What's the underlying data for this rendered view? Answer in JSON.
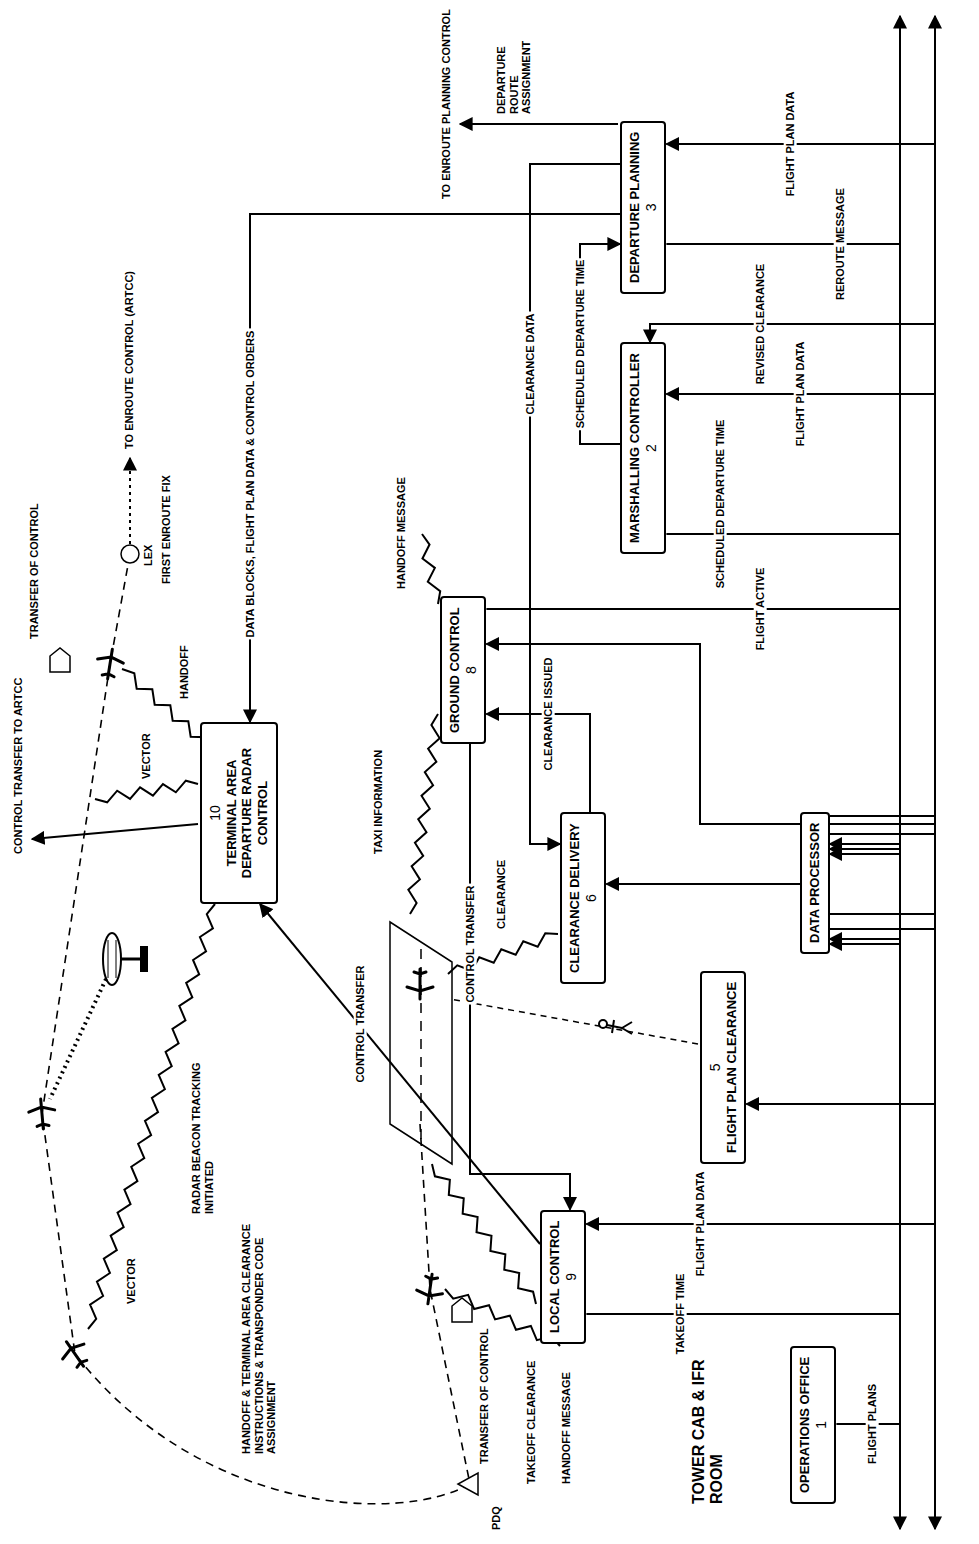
{
  "diagram": {
    "nodes": [
      {
        "text": [
          "OPERATIONS OFFICE",
          "1"
        ]
      },
      {
        "text": [
          "5",
          "FLIGHT PLAN CLEARANCE"
        ]
      },
      {
        "text": [
          "LOCAL CONTROL",
          "9"
        ]
      },
      {
        "text": [
          "CLEARANCE DELIVERY",
          "6"
        ]
      },
      {
        "text": [
          "GROUND CONTROL",
          "8"
        ]
      },
      {
        "text": [
          "10",
          "TERMINAL AREA DEPARTURE RADAR CONTROL"
        ]
      },
      {
        "text": [
          "MARSHALLING CONTROLLER",
          "2"
        ]
      },
      {
        "text": [
          "DEPARTURE PLANNING",
          "3"
        ]
      },
      {
        "text": [
          "DATA PROCESSOR"
        ]
      }
    ],
    "edges": [
      {
        "from": 0,
        "to": 8,
        "arrow": "to",
        "label": "FLIGHT PLANS"
      },
      {
        "from": 8,
        "to": 2,
        "arrow": "to",
        "label": "FLIGHT PLAN DATA"
      },
      {
        "from": 2,
        "to": 8,
        "arrow": "to",
        "label": "TAKEOFF TIME"
      },
      {
        "from": 8,
        "to": 1,
        "arrow": "to"
      },
      {
        "from": 8,
        "to": 3,
        "arrow": "to"
      },
      {
        "from": 7,
        "to": 3,
        "arrow": "to",
        "label": "CLEARANCE DATA"
      },
      {
        "from": 6,
        "to": 7,
        "arrow": "to",
        "label": "SCHEDULED DEPARTURE TIME"
      },
      {
        "from": 6,
        "to": 8,
        "arrow": "to",
        "label": "SCHEDULED DEPARTURE TIME"
      },
      {
        "from": 8,
        "to": 6,
        "arrow": "to",
        "label": "FLIGHT PLAN DATA"
      },
      {
        "from": 8,
        "to": 4,
        "arrow": "to"
      },
      {
        "from": 4,
        "to": 8,
        "arrow": "to",
        "label": "FLIGHT ACTIVE"
      },
      {
        "from": 8,
        "to": 7,
        "arrow": "to",
        "label": "FLIGHT PLAN DATA"
      },
      {
        "from": 7,
        "to": 8,
        "arrow": "to",
        "label": "REROUTE MESSAGE"
      },
      {
        "from": 8,
        "to": 6,
        "arrow": "to",
        "label": "REVISED CLEARANCE"
      },
      {
        "from": 7,
        "to": 5,
        "arrow": "to",
        "label": "DATA BLOCKS, FLIGHT PLAN DATA & CONTROL ORDERS"
      },
      {
        "from": 2,
        "to": 5,
        "arrow": "to",
        "label": "CONTROL TRANSFER"
      },
      {
        "from": 4,
        "to": 2,
        "arrow": "to",
        "label": "CONTROL TRANSFER"
      },
      {
        "from": 3,
        "to": 4,
        "arrow": "to",
        "label": "CLEARANCE ISSUED"
      }
    ],
    "labels": [
      "TOWER CAB & IFR ROOM",
      "TRANSFER OF CONTROL",
      "LEX",
      "FIRST ENROUTE FIX",
      "TO ENROUTE CONTROL (ARTCC)",
      "CONTROL TRANSFER TO ARTCC",
      "TO ENROUTE PLANNING CONTROL",
      "DEPARTURE ROUTE ASSIGNMENT",
      "PDQ",
      "RADAR BEACON TRACKING INITIATED",
      "HANDOFF & TERMINAL AREA CLEARANCE INSTRUCTIONS & TRANSPONDER CODE ASSIGNMENT",
      "VECTOR",
      "VECTOR",
      "HANDOFF",
      "TAXI INFORMATION",
      "HANDOFF MESSAGE",
      "HANDOFF MESSAGE",
      "TAKEOFF CLEARANCE",
      "CLEARANCE",
      "TRANSFER OF CONTROL"
    ]
  }
}
